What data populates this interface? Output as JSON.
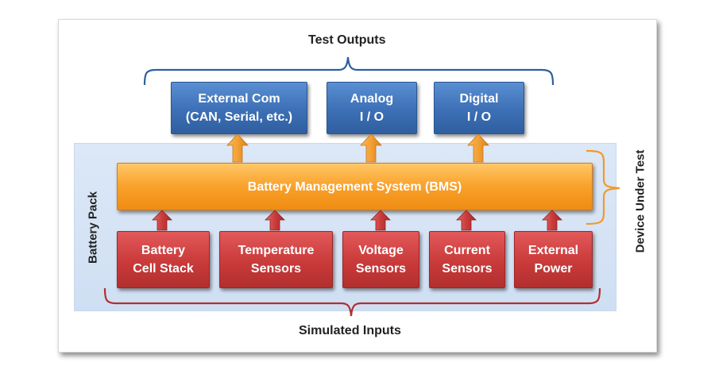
{
  "labels": {
    "test_outputs": "Test Outputs",
    "simulated_inputs": "Simulated Inputs",
    "battery_pack": "Battery Pack",
    "device_under_test": "Device Under Test"
  },
  "bms": {
    "label": "Battery Management System (BMS)"
  },
  "outputs": [
    {
      "line1": "External Com",
      "line2": "(CAN, Serial, etc.)"
    },
    {
      "line1": "Analog",
      "line2": "I / O"
    },
    {
      "line1": "Digital",
      "line2": "I / O"
    }
  ],
  "inputs": [
    {
      "line1": "Battery",
      "line2": "Cell Stack"
    },
    {
      "line1": "Temperature",
      "line2": "Sensors"
    },
    {
      "line1": "Voltage",
      "line2": "Sensors"
    },
    {
      "line1": "Current",
      "line2": "Sensors"
    },
    {
      "line1": "External",
      "line2": "Power"
    }
  ],
  "colors": {
    "output_box": "#3c6fb5",
    "input_box": "#c93a3a",
    "bms_box": "#f9a12b",
    "up_arrow_output": "#f4a035",
    "up_arrow_input": "#cc3b3b",
    "output_bracket": "#2e5f9e",
    "input_bracket": "#b03030",
    "dut_bracket": "#f09a2a",
    "pack_background": "#d6e3f5"
  }
}
